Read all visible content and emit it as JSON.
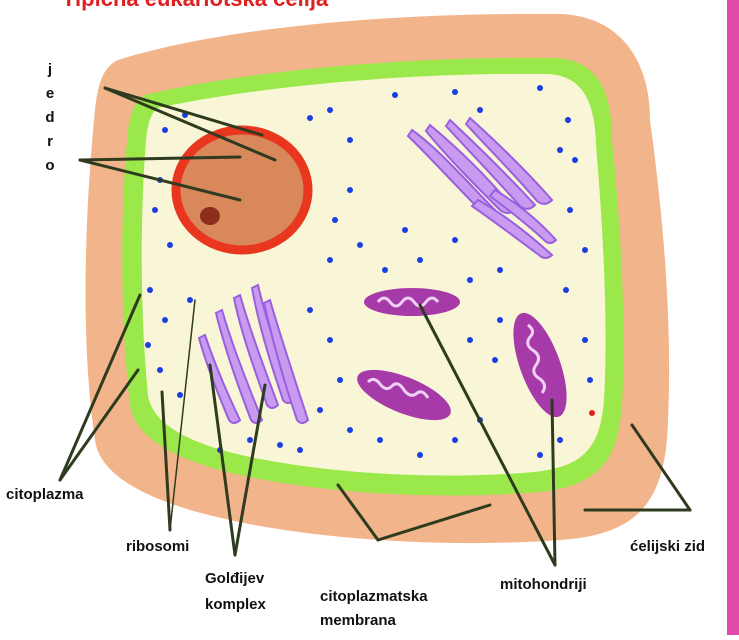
{
  "title": "Tipična eukariotska ćelija",
  "labels": {
    "jedro": [
      "j",
      "e",
      "d",
      "r",
      "o"
    ],
    "citoplazma": "citoplazma",
    "ribosomi": "ribosomi",
    "goldjiev_line1": "Golđijev",
    "goldjiev_line2": "komplex",
    "citoplazmatska_line1": "citoplazmatska",
    "citoplazmatska_line2": "membrana",
    "mitohondriji": "mitohondriji",
    "celijski_zid": "ćelijski zid"
  },
  "colors": {
    "cell_wall": "#f2b48a",
    "membrane": "#9be84a",
    "cytoplasm": "#f8f6d6",
    "nucleus_ring": "#e8361f",
    "nucleus_fill": "#d9885c",
    "nucleolus": "#8b2f1a",
    "mitochondria": "#a53aa8",
    "golgi": "#c89bf0",
    "ribosome": "#1a3ee0",
    "leader_lines": "#2f3b1f",
    "title": "#e02020",
    "accent_edge": "#e04aa8"
  }
}
